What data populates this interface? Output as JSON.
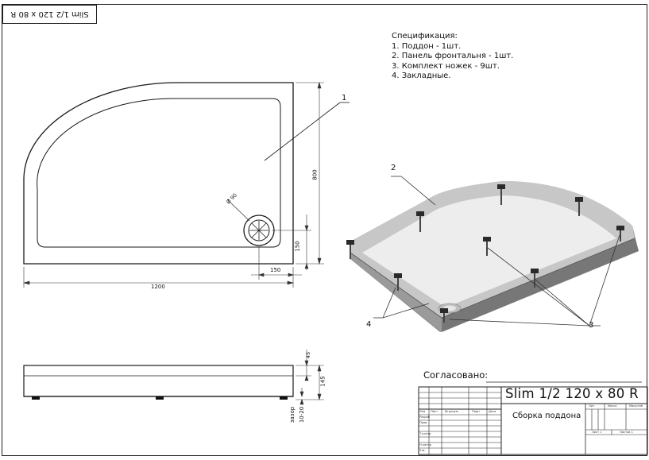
{
  "corner_tag": "Slim 1/2 120 x 80 R",
  "spec": {
    "heading": "Спецификация:",
    "items": [
      "1. Поддон - 1шт.",
      "2. Панель фронтальня - 1шт.",
      "3. Комплект ножек - 9шт.",
      "4. Закладные."
    ]
  },
  "dims": {
    "length": "1200",
    "height": "800",
    "drain_dia": "Ø 90",
    "drain_offset_x": "150",
    "drain_offset_y": "150",
    "rim": "45",
    "total_height": "145",
    "gap_label": "зазор",
    "gap_value": "10-20"
  },
  "callouts": {
    "tray": "1",
    "panel": "2",
    "legs": "3",
    "inserts": "4"
  },
  "title_block": {
    "agreed": "Согласовано:",
    "title": "Slim 1/2 120 x 80 R",
    "description": "Сборка поддона",
    "cols": [
      "Изм",
      "Лист",
      "№ докум.",
      "Подп",
      "Дата"
    ],
    "rows": [
      "Разраб",
      "Пров.",
      "Т.контр",
      "Н.контр",
      "Утв."
    ],
    "lit": "Лит.",
    "mass": "Масса",
    "scale": "Масштаб",
    "sheet": "Лист 1",
    "sheets": "Листов 1"
  }
}
